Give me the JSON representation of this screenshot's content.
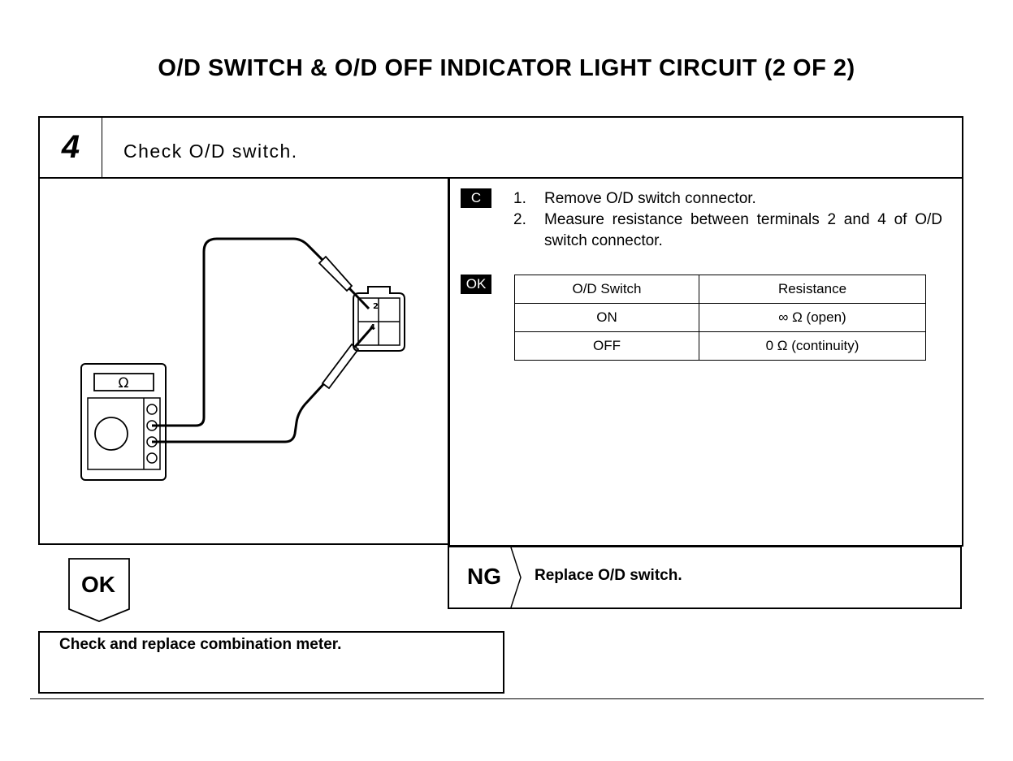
{
  "title": "O/D SWITCH & O/D OFF INDICATOR LIGHT CIRCUIT (2 OF 2)",
  "step": {
    "number": "4",
    "title": "Check O/D switch."
  },
  "diagram": {
    "meter_symbol": "Ω",
    "terminal_labels": [
      "2",
      "4"
    ]
  },
  "instructions": {
    "tag": "C",
    "steps": [
      {
        "num": "1.",
        "text": "Remove O/D switch connector."
      },
      {
        "num": "2.",
        "text": "Measure resistance between terminals 2 and 4 of O/D switch connector."
      }
    ]
  },
  "ok_spec": {
    "tag": "OK",
    "headers": [
      "O/D Switch",
      "Resistance"
    ],
    "rows": [
      [
        "ON",
        "∞ Ω (open)"
      ],
      [
        "OFF",
        "0 Ω (continuity)"
      ]
    ]
  },
  "ng": {
    "label": "NG",
    "text": "Replace O/D switch."
  },
  "ok": {
    "label": "OK",
    "text": "Check and replace combination meter."
  }
}
